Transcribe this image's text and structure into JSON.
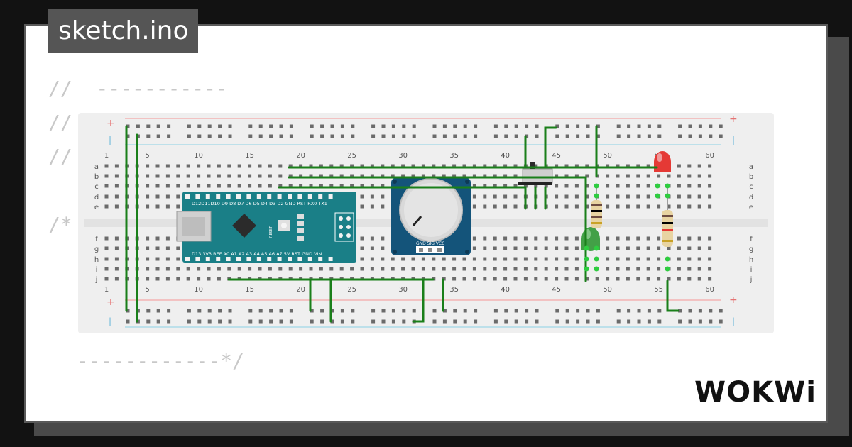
{
  "tab": {
    "filename": "sketch.ino"
  },
  "code": {
    "line1": "//  -----------",
    "line2": "//",
    "line3": "//",
    "line4": "/*",
    "line5": "------------*/",
    "line6": "                                                  "
  },
  "breadboard": {
    "column_numbers": [
      "1",
      "5",
      "10",
      "15",
      "20",
      "25",
      "30",
      "35",
      "40",
      "45",
      "50",
      "55",
      "60"
    ],
    "rows_top": [
      "a",
      "b",
      "c",
      "d",
      "e"
    ],
    "rows_bottom": [
      "f",
      "g",
      "h",
      "i",
      "j"
    ],
    "rail_plus": "+",
    "rail_minus": "-"
  },
  "components": {
    "nano_pins_top": "D12D11D10 D9 D8 D7 D6 D5 D4 D3 D2 GND RST RX0 TX1",
    "nano_pins_bottom": "D13 3V3 REF A0 A1 A2 A3 A4 A5 A6 A7 5V RST GND VIN",
    "nano_side_labels": "RESET",
    "pot_pins": "GND SIG VCC"
  },
  "brand": {
    "logo_text": "WOKWi"
  },
  "colors": {
    "background": "#121212",
    "panel": "#ffffff",
    "tab": "#555555",
    "breadboard": "#efefef",
    "wire": "#1a7f1a",
    "nano": "#1a7f87",
    "pot": "#14547a",
    "led_red": "#e53935",
    "led_green": "#43a047"
  }
}
